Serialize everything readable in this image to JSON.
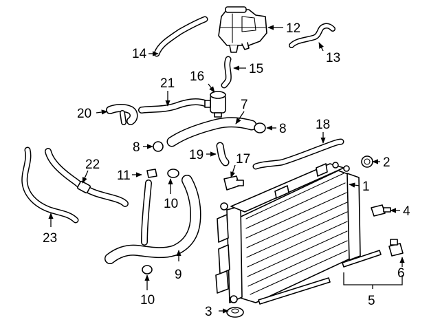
{
  "diagram": {
    "callouts": [
      {
        "id": "c1",
        "text": "1"
      },
      {
        "id": "c2",
        "text": "2"
      },
      {
        "id": "c3",
        "text": "3"
      },
      {
        "id": "c4",
        "text": "4"
      },
      {
        "id": "c5",
        "text": "5"
      },
      {
        "id": "c6",
        "text": "6"
      },
      {
        "id": "c7",
        "text": "7"
      },
      {
        "id": "c8a",
        "text": "8"
      },
      {
        "id": "c8b",
        "text": "8"
      },
      {
        "id": "c9",
        "text": "9"
      },
      {
        "id": "c10a",
        "text": "10"
      },
      {
        "id": "c10b",
        "text": "10"
      },
      {
        "id": "c11",
        "text": "11"
      },
      {
        "id": "c12",
        "text": "12"
      },
      {
        "id": "c13",
        "text": "13"
      },
      {
        "id": "c14",
        "text": "14"
      },
      {
        "id": "c15",
        "text": "15"
      },
      {
        "id": "c16",
        "text": "16"
      },
      {
        "id": "c17",
        "text": "17"
      },
      {
        "id": "c18",
        "text": "18"
      },
      {
        "id": "c19",
        "text": "19"
      },
      {
        "id": "c20",
        "text": "20"
      },
      {
        "id": "c21",
        "text": "21"
      },
      {
        "id": "c22",
        "text": "22"
      },
      {
        "id": "c23",
        "text": "23"
      }
    ],
    "colors": {
      "line": "#000000",
      "fill": "#ffffff",
      "background": "#ffffff"
    }
  }
}
